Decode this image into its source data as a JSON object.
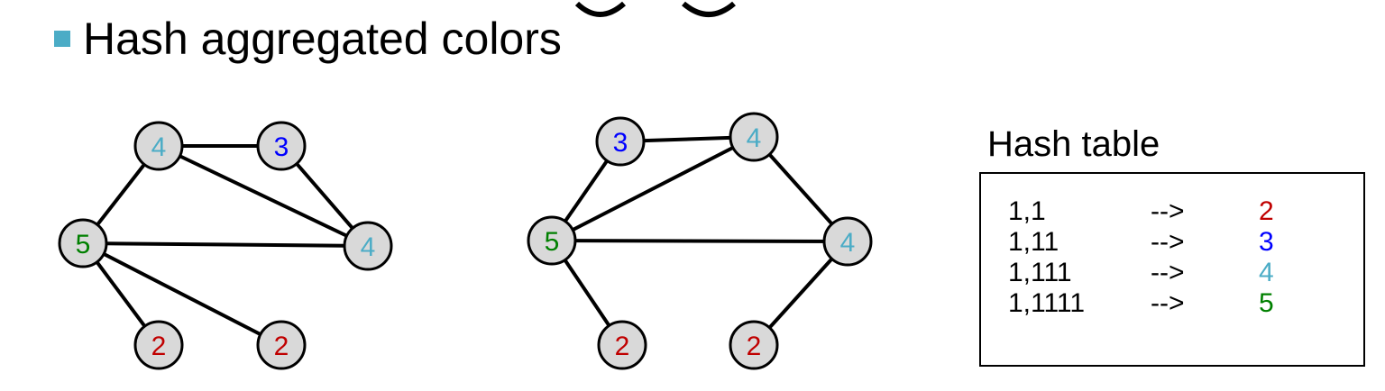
{
  "slide": {
    "bullet_text": "Hash aggregated colors"
  },
  "colors": {
    "2": "#c00000",
    "3": "#0000ff",
    "4": "#4bacc6",
    "5": "#008000",
    "node_fill": "#d9d9d9",
    "bullet": "#4bacc6"
  },
  "graphs": [
    {
      "nodes": [
        {
          "id": "a",
          "label": "4"
        },
        {
          "id": "b",
          "label": "3"
        },
        {
          "id": "c",
          "label": "5"
        },
        {
          "id": "d",
          "label": "4"
        },
        {
          "id": "e",
          "label": "2"
        },
        {
          "id": "f",
          "label": "2"
        }
      ],
      "edges": [
        [
          "a",
          "b"
        ],
        [
          "a",
          "c"
        ],
        [
          "a",
          "d"
        ],
        [
          "b",
          "d"
        ],
        [
          "c",
          "d"
        ],
        [
          "c",
          "e"
        ],
        [
          "c",
          "f"
        ]
      ]
    },
    {
      "nodes": [
        {
          "id": "a",
          "label": "3"
        },
        {
          "id": "b",
          "label": "4"
        },
        {
          "id": "c",
          "label": "5"
        },
        {
          "id": "d",
          "label": "4"
        },
        {
          "id": "e",
          "label": "2"
        },
        {
          "id": "f",
          "label": "2"
        }
      ],
      "edges": [
        [
          "a",
          "b"
        ],
        [
          "a",
          "c"
        ],
        [
          "b",
          "c"
        ],
        [
          "b",
          "d"
        ],
        [
          "c",
          "d"
        ],
        [
          "c",
          "e"
        ],
        [
          "d",
          "f"
        ]
      ]
    }
  ],
  "hash_table": {
    "title": "Hash table",
    "rows": [
      {
        "key": "1,1",
        "arrow": "-->",
        "value": "2"
      },
      {
        "key": "1,11",
        "arrow": "-->",
        "value": "3"
      },
      {
        "key": "1,111",
        "arrow": "-->",
        "value": "4"
      },
      {
        "key": "1,1111",
        "arrow": "-->",
        "value": "5"
      }
    ]
  }
}
